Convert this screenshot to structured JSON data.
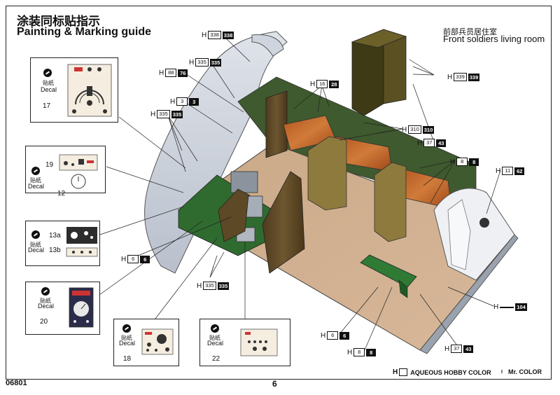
{
  "title_cn": "涂装同标贴指示",
  "title_en": "Painting & Marking guide",
  "room_cn": "前部兵员居住室",
  "room_en": "Front soldiers living room",
  "refs": [
    {
      "id": "r338",
      "aq": "338",
      "mr": "338"
    },
    {
      "id": "r335a",
      "aq": "335",
      "mr": "335"
    },
    {
      "id": "r88",
      "aq": "88",
      "mr": "76"
    },
    {
      "id": "r3",
      "aq": "3",
      "mr": "3"
    },
    {
      "id": "r335b",
      "aq": "335",
      "mr": "335"
    },
    {
      "id": "r16",
      "aq": "16",
      "mr": "28"
    },
    {
      "id": "r339",
      "aq": "339",
      "mr": "339"
    },
    {
      "id": "r310",
      "aq": "310",
      "mr": "310"
    },
    {
      "id": "r37a",
      "aq": "37",
      "mr": "43"
    },
    {
      "id": "r8a",
      "aq": "8",
      "mr": "8"
    },
    {
      "id": "r11",
      "aq": "11",
      "mr": "62"
    },
    {
      "id": "r6a",
      "aq": "6",
      "mr": "6"
    },
    {
      "id": "r335c",
      "aq": "335",
      "mr": "335"
    },
    {
      "id": "r104",
      "aq": "",
      "mr": "104"
    },
    {
      "id": "r6b",
      "aq": "6",
      "mr": "6"
    },
    {
      "id": "r8b",
      "aq": "8",
      "mr": "8"
    },
    {
      "id": "r37b",
      "aq": "37",
      "mr": "43"
    }
  ],
  "h_label": "H",
  "decals": {
    "cn": "贴纸",
    "en": "Decal",
    "d17": "17",
    "d19": "19",
    "d12": "12",
    "d13a": "13a",
    "d13b": "13b",
    "d20": "20",
    "d18": "18",
    "d22": "22"
  },
  "footer": {
    "code": "06801",
    "page": "6",
    "aq_key": "H",
    "aq_label": "AQUEOUS HOBBY COLOR",
    "mr_key": "I",
    "mr_label": "Mr. COLOR"
  }
}
